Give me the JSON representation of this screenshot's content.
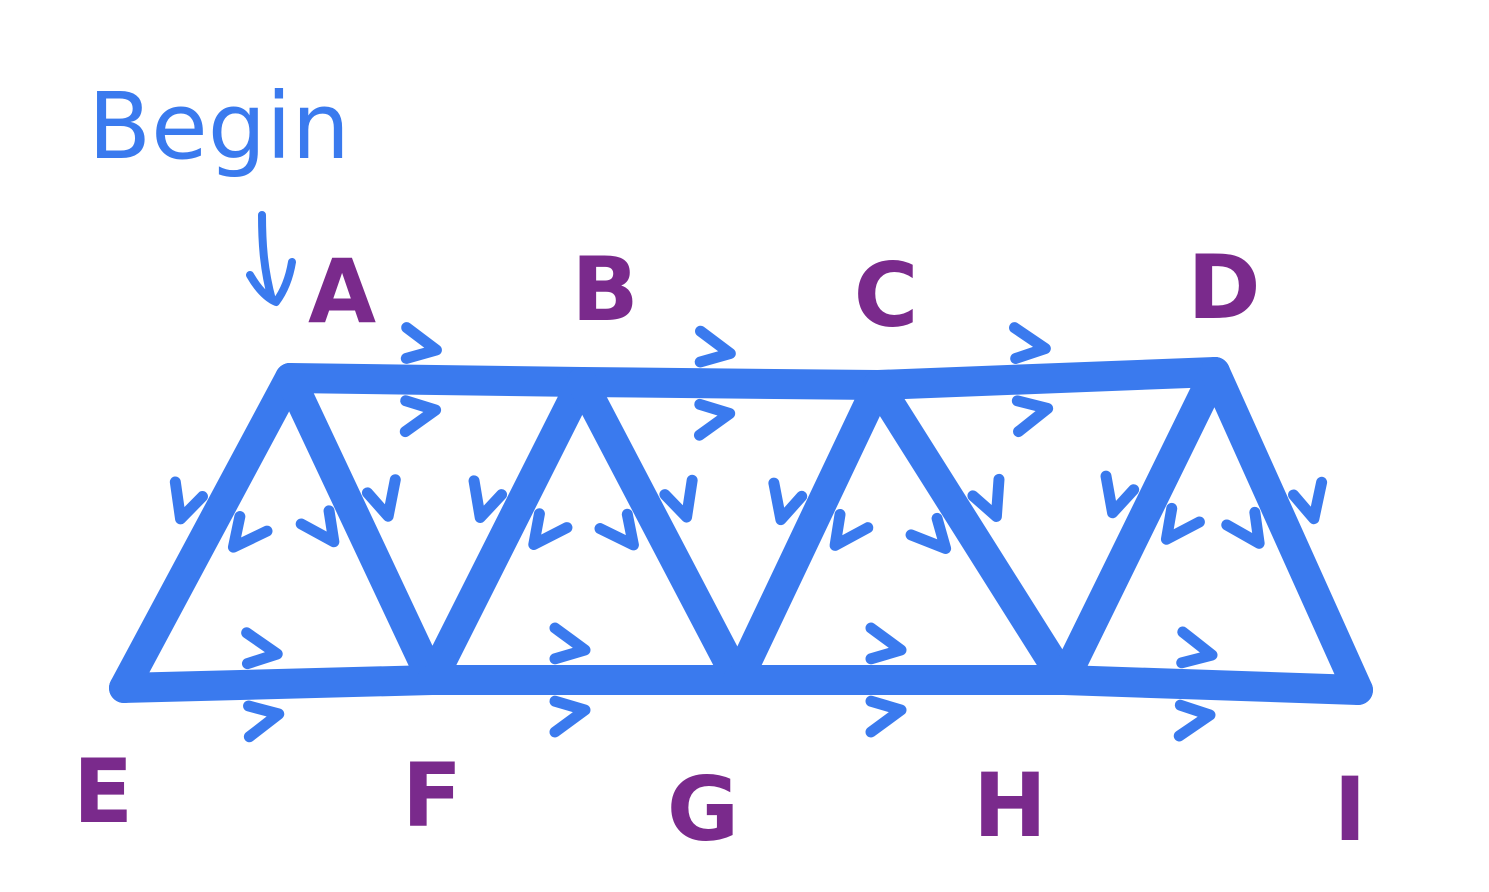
{
  "diagram": {
    "start_label": "Begin",
    "vertices": [
      {
        "id": "A",
        "label": "A"
      },
      {
        "id": "B",
        "label": "B"
      },
      {
        "id": "C",
        "label": "C"
      },
      {
        "id": "D",
        "label": "D"
      },
      {
        "id": "E",
        "label": "E"
      },
      {
        "id": "F",
        "label": "F"
      },
      {
        "id": "G",
        "label": "G"
      },
      {
        "id": "H",
        "label": "H"
      },
      {
        "id": "I",
        "label": "I"
      }
    ],
    "edges": [
      {
        "from": "A",
        "to": "B"
      },
      {
        "from": "B",
        "to": "C"
      },
      {
        "from": "C",
        "to": "D"
      },
      {
        "from": "A",
        "to": "E"
      },
      {
        "from": "A",
        "to": "F"
      },
      {
        "from": "B",
        "to": "F"
      },
      {
        "from": "B",
        "to": "G"
      },
      {
        "from": "C",
        "to": "G"
      },
      {
        "from": "C",
        "to": "H"
      },
      {
        "from": "D",
        "to": "H"
      },
      {
        "from": "D",
        "to": "I"
      },
      {
        "from": "E",
        "to": "F"
      },
      {
        "from": "F",
        "to": "G"
      },
      {
        "from": "G",
        "to": "H"
      },
      {
        "from": "H",
        "to": "I"
      }
    ],
    "colors": {
      "edge": "#3a7aee",
      "label": "#7a2a8c",
      "begin": "#3a7aee"
    }
  }
}
